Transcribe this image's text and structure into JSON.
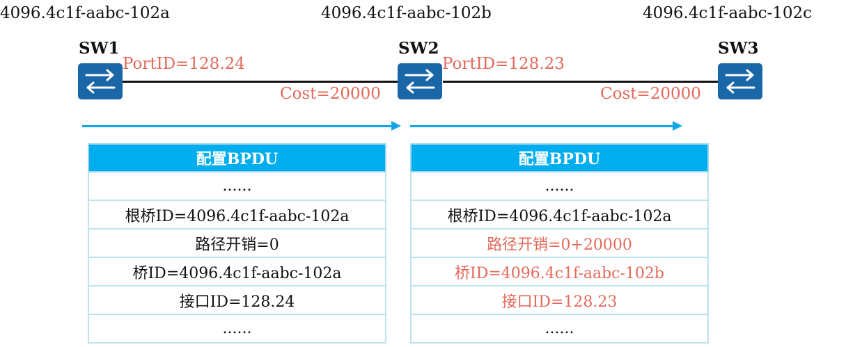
{
  "bridges": [
    {
      "name": "SW1",
      "bridge_id": "4096.4c1f-aabc-102a"
    },
    {
      "name": "SW2",
      "bridge_id": "4096.4c1f-aabc-102b"
    },
    {
      "name": "SW3",
      "bridge_id": "4096.4c1f-aabc-102c"
    }
  ],
  "links": [
    {
      "port_label": "PortID=128.24",
      "cost_label": "Cost=20000"
    },
    {
      "port_label": "PortID=128.23",
      "cost_label": "Cost=20000"
    }
  ],
  "tables": [
    {
      "header": "配置BPDU",
      "rows": [
        "......",
        "根桥ID=4096.4c1f-aabc-102a",
        "路径开销=0",
        "桥ID=4096.4c1f-aabc-102a",
        "接口ID=128.24",
        "......"
      ]
    },
    {
      "header": "配置BPDU",
      "rows": [
        "......",
        "根桥ID=4096.4c1f-aabc-102a",
        "路径开销=0+20000",
        "桥ID=4096.4c1f-aabc-102b",
        "接口ID=128.23",
        "......"
      ]
    }
  ],
  "colors": {
    "highlight": "#e3695a",
    "accent": "#00adef",
    "switch": "#1a67a8"
  }
}
